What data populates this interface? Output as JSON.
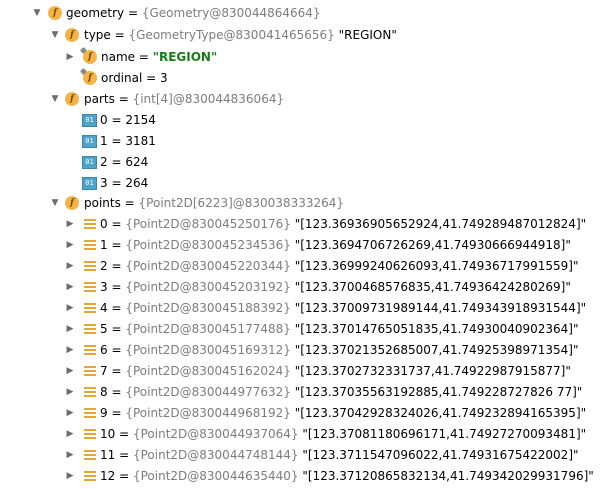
{
  "tree": {
    "geometry": {
      "name": "geometry",
      "type": "{Geometry@830044864664}"
    },
    "type_field": {
      "name": "type",
      "type": "{GeometryType@830041465656}",
      "value": "\"REGION\""
    },
    "type_name": {
      "name": "name",
      "value": "\"REGION\""
    },
    "type_ordinal": {
      "name": "ordinal",
      "value": "3"
    },
    "parts": {
      "name": "parts",
      "type": "{int[4]@830044836064}",
      "items": [
        {
          "index": "0",
          "value": "2154"
        },
        {
          "index": "1",
          "value": "3181"
        },
        {
          "index": "2",
          "value": "624"
        },
        {
          "index": "3",
          "value": "264"
        }
      ]
    },
    "points": {
      "name": "points",
      "type": "{Point2D[6223]@830038333264}",
      "items": [
        {
          "index": "0",
          "type": "{Point2D@830045250176}",
          "value": "\"[123.36936905652924,41.749289487012824]\""
        },
        {
          "index": "1",
          "type": "{Point2D@830045234536}",
          "value": "\"[123.3694706726269,41.74930666944918]\""
        },
        {
          "index": "2",
          "type": "{Point2D@830045220344}",
          "value": "\"[123.36999240626093,41.74936717991559]\""
        },
        {
          "index": "3",
          "type": "{Point2D@830045203192}",
          "value": "\"[123.3700468576835,41.74936424280269]\""
        },
        {
          "index": "4",
          "type": "{Point2D@830045188392}",
          "value": "\"[123.37009731989144,41.749343918931544]\""
        },
        {
          "index": "5",
          "type": "{Point2D@830045177488}",
          "value": "\"[123.37014765051835,41.74930040902364]\""
        },
        {
          "index": "6",
          "type": "{Point2D@830045169312}",
          "value": "\"[123.37021352685007,41.74925398971354]\""
        },
        {
          "index": "7",
          "type": "{Point2D@830045162024}",
          "value": "\"[123.3702732331737,41.74922987915877]\""
        },
        {
          "index": "8",
          "type": "{Point2D@830044977632}",
          "value": "\"[123.37035563192885,41.749228727826 77]\""
        },
        {
          "index": "9",
          "type": "{Point2D@830044968192}",
          "value": "\"[123.37042928324026,41.749232894165395]\""
        },
        {
          "index": "10",
          "type": "{Point2D@830044937064}",
          "value": "\"[123.37081180696171,41.74927270093481]\""
        },
        {
          "index": "11",
          "type": "{Point2D@830044748144}",
          "value": "\"[123.3711547096022,41.74931675422002]\""
        },
        {
          "index": "12",
          "type": "{Point2D@830044635440}",
          "value": "\"[123.37120865832134,41.749342029931796]\""
        }
      ]
    }
  },
  "icons": {
    "expanded": "caret-down-icon",
    "collapsed": "caret-right-icon",
    "field": "field-icon",
    "primitive": "primitive-icon",
    "object": "object-icon"
  },
  "colors": {
    "field_icon": "#f3b54a",
    "primitive_icon": "#4fa3c9",
    "object_icon": "#e3a63a",
    "string_value": "#197a1a",
    "type_text": "#7d7d7d"
  }
}
